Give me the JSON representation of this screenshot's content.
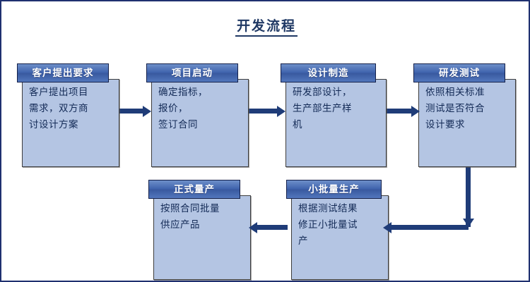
{
  "diagram": {
    "title": "开发流程",
    "frame_color": "#1f3070",
    "header_color": "#3f63ad",
    "body_color": "#b4c5e3",
    "connector_color": "#1f3c78",
    "nodes": [
      {
        "id": "requirement",
        "header": "客户提出要求",
        "body": "客户提出项目\n需求，双方商\n讨设计方案"
      },
      {
        "id": "kickoff",
        "header": "项目启动",
        "body": "确定指标，\n报价，\n签订合同"
      },
      {
        "id": "design-manufacture",
        "header": "设计制造",
        "body": "研发部设计，\n生产部生产样\n机"
      },
      {
        "id": "rd-test",
        "header": "研发测试",
        "body": "依照相关标准\n测试是否符合\n设计要求"
      },
      {
        "id": "mass-production",
        "header": "正式量产",
        "body": "按照合同批量\n供应产品"
      },
      {
        "id": "small-batch",
        "header": "小批量生产",
        "body": "根据测试结果\n修正小批量试\n产"
      }
    ],
    "connectors": [
      {
        "id": "requirement-to-kickoff",
        "direction": "right"
      },
      {
        "id": "kickoff-to-design",
        "direction": "right"
      },
      {
        "id": "design-to-test",
        "direction": "right"
      },
      {
        "id": "test-to-small-batch",
        "direction": "down-left"
      },
      {
        "id": "small-batch-to-mass-production",
        "direction": "left"
      }
    ]
  }
}
